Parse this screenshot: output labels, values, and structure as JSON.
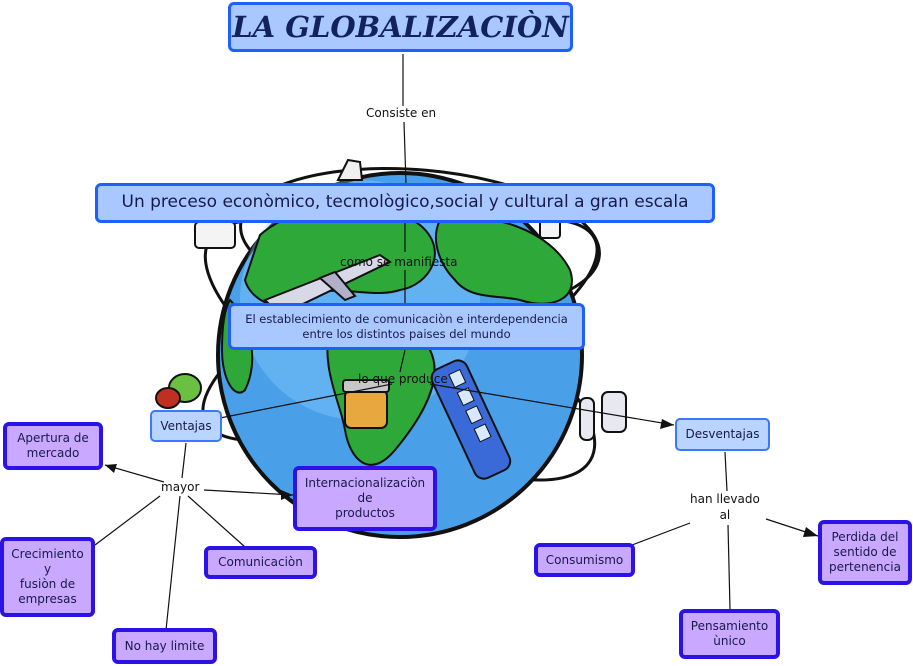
{
  "title": "LA GLOBALIZACIÒN",
  "link_consiste": "Consiste en",
  "definition": "Un preceso econòmico, tecmològico,social y cultural a gran escala",
  "link_manifiesta": "como se manifiesta",
  "manifestation_line1": "El establecimiento de comunicaciòn e interdependencia",
  "manifestation_line2": "entre los distintos paises del mundo",
  "link_produce": "lo que produce",
  "ventajas": "Ventajas",
  "desventajas": "Desventajas",
  "link_mayor": "mayor",
  "link_han_line1": "han llevado",
  "link_han_line2": "al",
  "apertura_line1": "Apertura de",
  "apertura_line2": "mercado",
  "crecimiento_line1": "Crecimiento",
  "crecimiento_line2": "y",
  "crecimiento_line3": "fusiòn de",
  "crecimiento_line4": "empresas",
  "internacionalizacion_line1": "Internacionalizaciòn",
  "internacionalizacion_line2": "de",
  "internacionalizacion_line3": "productos",
  "comunicacion": "Comunicaciòn",
  "no_hay_limite": "No hay limite",
  "consumismo": "Consumismo",
  "pensamiento_line1": "Pensamiento",
  "pensamiento_line2": "ùnico",
  "perdida_line1": "Perdida del",
  "perdida_line2": "sentido de",
  "perdida_line3": "pertenencia",
  "colors": {
    "title_box": "#a8c8ff",
    "title_border": "#1f5eff",
    "leaf_box": "#c9a8ff",
    "leaf_border": "#2a12e8",
    "ocean": "#4aa0e8",
    "land": "#2fa83a"
  }
}
